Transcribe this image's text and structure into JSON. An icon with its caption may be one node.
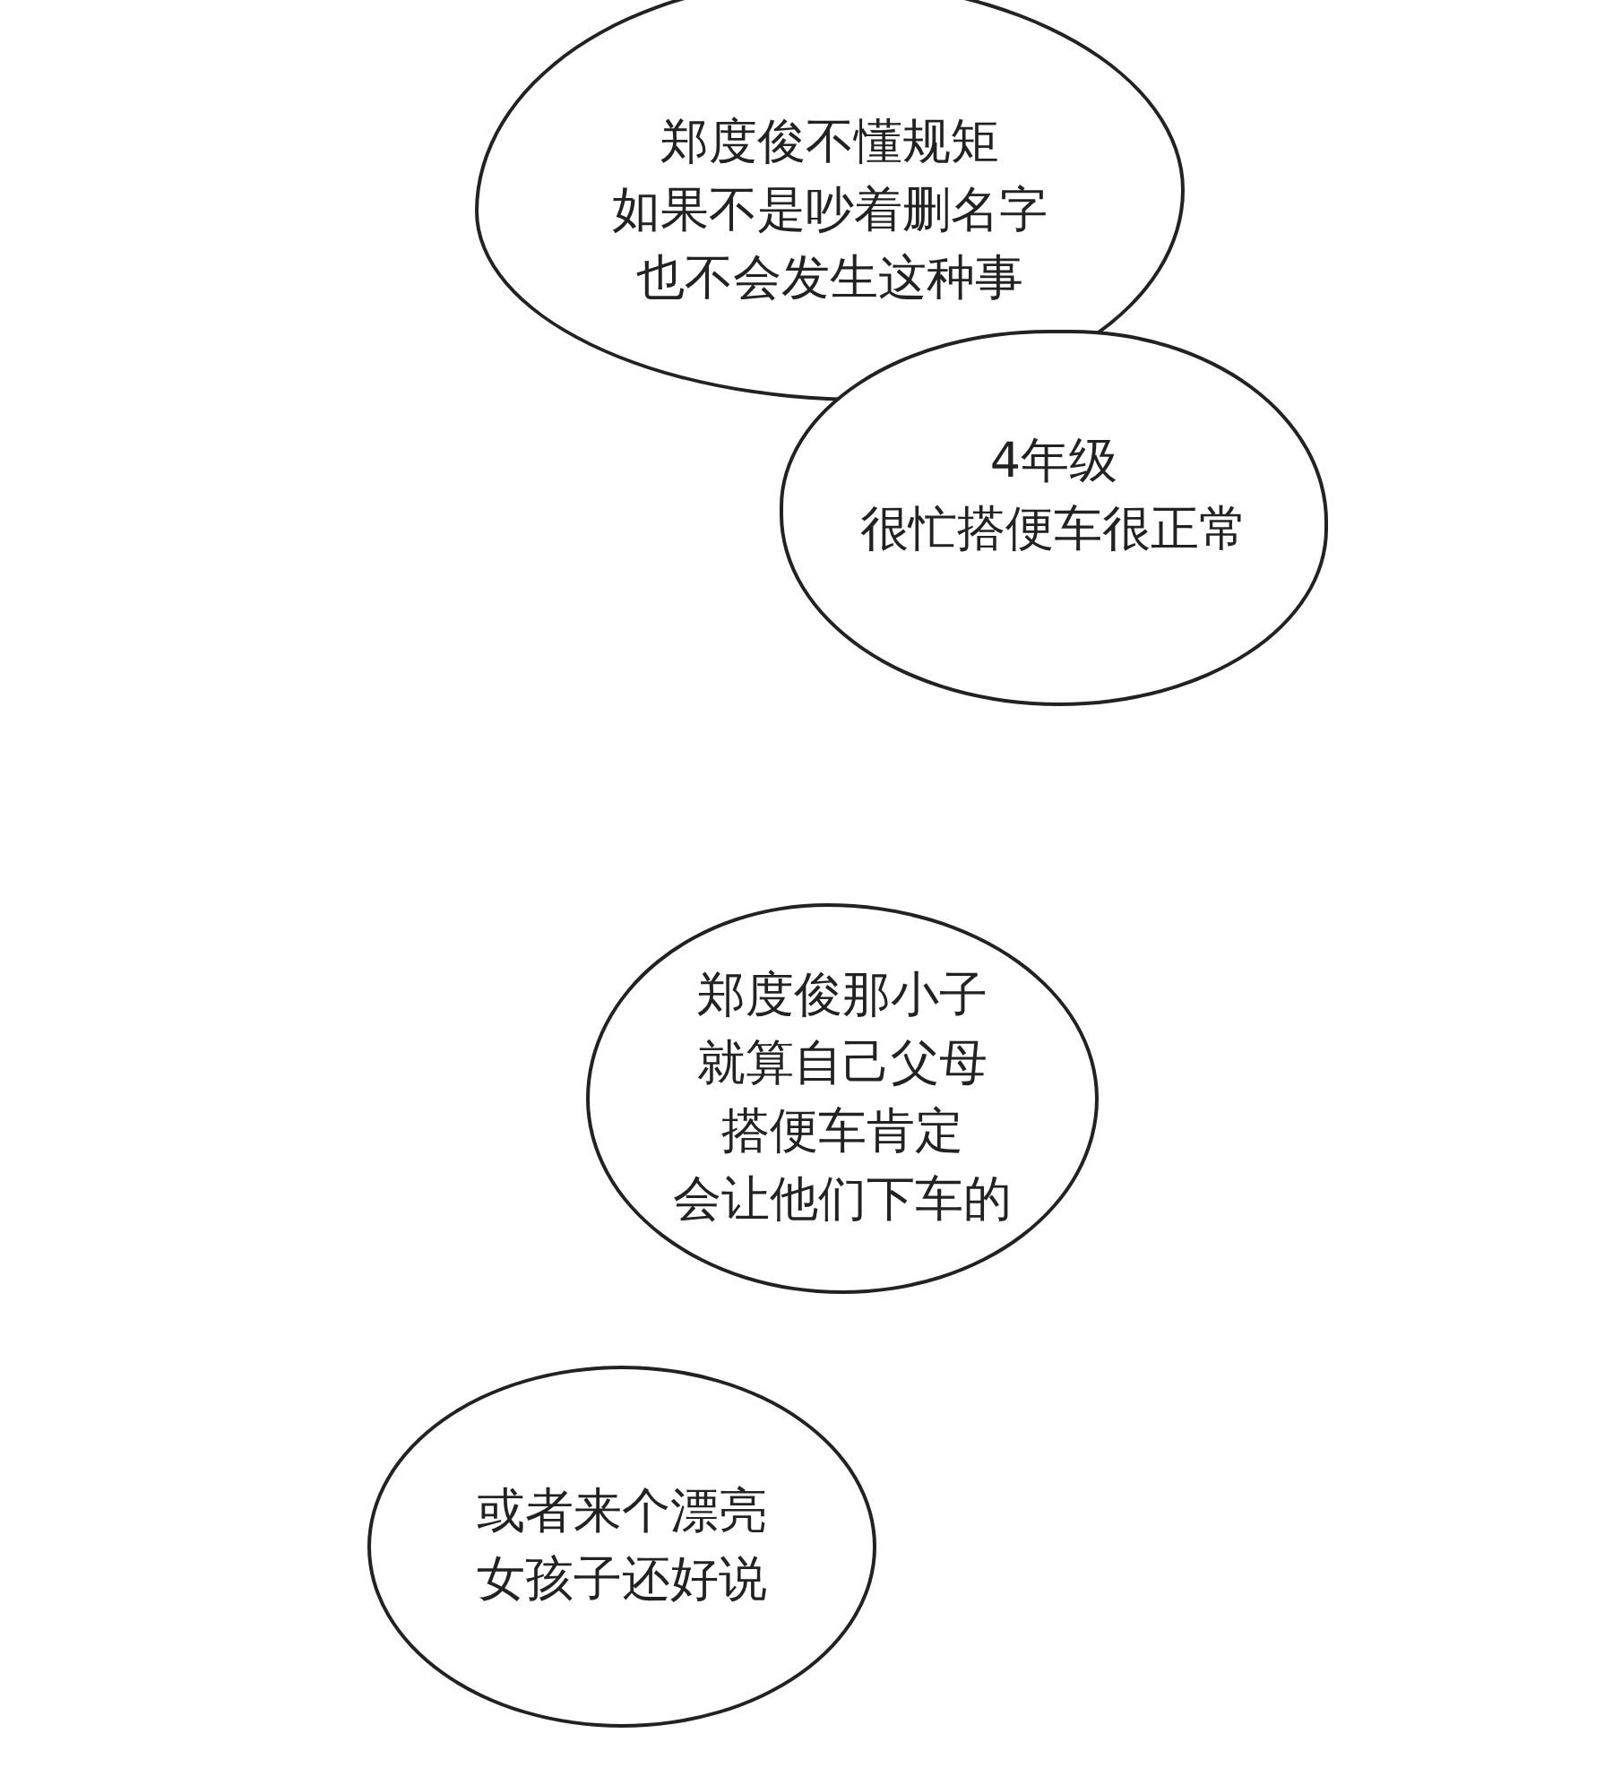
{
  "diagram": {
    "nodes": [
      {
        "text": [
          "郑度俊不懂规矩如果不是吵着删名字也不会发生这种事"
        ]
      },
      {
        "text": [
          "4年级很忙搭便车很正常"
        ]
      },
      {
        "text": [
          "郑度俊那小子就算自己父母搭便车肯定会让他们下车的"
        ]
      },
      {
        "text": [
          "或者来个漂亮女孩子还好说"
        ]
      }
    ]
  }
}
